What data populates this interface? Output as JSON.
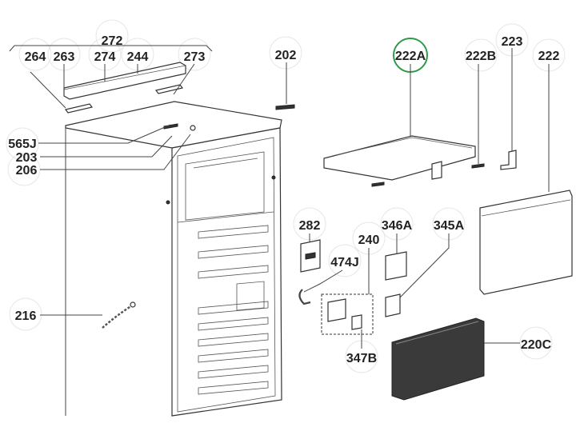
{
  "diagram": {
    "highlight_color": "#2e9a4a",
    "selected_part": "222A",
    "labels": {
      "p272": "272",
      "p264": "264",
      "p263": "263",
      "p274": "274",
      "p244": "244",
      "p273": "273",
      "p202": "202",
      "p565J": "565J",
      "p203": "203",
      "p206": "206",
      "p222A": "222A",
      "p222B": "222B",
      "p223": "223",
      "p222": "222",
      "p282": "282",
      "p346A": "346A",
      "p345A": "345A",
      "p240": "240",
      "p474J": "474J",
      "p216": "216",
      "p347B": "347B",
      "p220C": "220C"
    }
  }
}
